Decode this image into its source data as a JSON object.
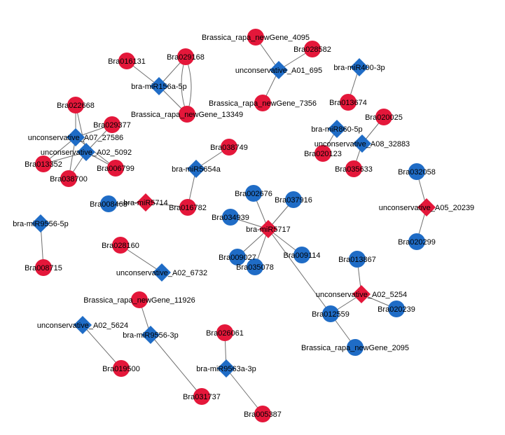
{
  "colors": {
    "red": "#e4173a",
    "blue": "#1f6cc6",
    "edge": "#6f6f6f",
    "background": "#ffffff"
  },
  "nodes": [
    {
      "id": "n_016131",
      "label": "Bra016131",
      "shape": "circle",
      "color": "red"
    },
    {
      "id": "n_029168",
      "label": "Bra029168",
      "shape": "circle",
      "color": "red"
    },
    {
      "id": "n_mir156a",
      "label": "bra-miR156a-5p",
      "shape": "diamond",
      "color": "blue"
    },
    {
      "id": "n_ng13349",
      "label": "Brassica_rapa_newGene_13349",
      "shape": "circle",
      "color": "red"
    },
    {
      "id": "n_ng4095",
      "label": "Brassica_rapa_newGene_4095",
      "shape": "circle",
      "color": "red"
    },
    {
      "id": "n_028582",
      "label": "Bra028582",
      "shape": "circle",
      "color": "red"
    },
    {
      "id": "n_a01_695",
      "label": "unconservative_A01_695",
      "shape": "diamond",
      "color": "blue"
    },
    {
      "id": "n_ng7356",
      "label": "Brassica_rapa_newGene_7356",
      "shape": "circle",
      "color": "red"
    },
    {
      "id": "n_mir400",
      "label": "bra-miR400-3p",
      "shape": "diamond",
      "color": "blue"
    },
    {
      "id": "n_013674",
      "label": "Bra013674",
      "shape": "circle",
      "color": "red"
    },
    {
      "id": "n_022668",
      "label": "Bra022668",
      "shape": "circle",
      "color": "red"
    },
    {
      "id": "n_029377",
      "label": "Bra029377",
      "shape": "circle",
      "color": "red"
    },
    {
      "id": "n_a07_27586",
      "label": "unconservative_A07_27586",
      "shape": "diamond",
      "color": "blue"
    },
    {
      "id": "n_a02_5092",
      "label": "unconservative_A02_5092",
      "shape": "diamond",
      "color": "blue"
    },
    {
      "id": "n_013352",
      "label": "Bra013352",
      "shape": "circle",
      "color": "red"
    },
    {
      "id": "n_006799",
      "label": "Bra006799",
      "shape": "circle",
      "color": "red"
    },
    {
      "id": "n_038700",
      "label": "Bra038700",
      "shape": "circle",
      "color": "red"
    },
    {
      "id": "n_038749",
      "label": "Bra038749",
      "shape": "circle",
      "color": "red"
    },
    {
      "id": "n_mir5654a",
      "label": "bra-miR5654a",
      "shape": "diamond",
      "color": "blue"
    },
    {
      "id": "n_016782",
      "label": "Bra016782",
      "shape": "circle",
      "color": "red"
    },
    {
      "id": "n_008468",
      "label": "Bra008468",
      "shape": "circle",
      "color": "blue"
    },
    {
      "id": "n_mir5714",
      "label": "bra-miR5714",
      "shape": "diamond",
      "color": "red"
    },
    {
      "id": "n_mir860",
      "label": "bra-miR860-5p",
      "shape": "diamond",
      "color": "blue"
    },
    {
      "id": "n_020025",
      "label": "Bra020025",
      "shape": "circle",
      "color": "red"
    },
    {
      "id": "n_a08_32883",
      "label": "unconservative_A08_32883",
      "shape": "diamond",
      "color": "blue"
    },
    {
      "id": "n_020123",
      "label": "Bra020123",
      "shape": "circle",
      "color": "red"
    },
    {
      "id": "n_035633",
      "label": "Bra035633",
      "shape": "circle",
      "color": "red"
    },
    {
      "id": "n_032058",
      "label": "Bra032058",
      "shape": "circle",
      "color": "blue"
    },
    {
      "id": "n_a05_20239",
      "label": "unconservative_A05_20239",
      "shape": "diamond",
      "color": "red"
    },
    {
      "id": "n_020299",
      "label": "Bra020299",
      "shape": "circle",
      "color": "blue"
    },
    {
      "id": "n_mir9556_5p",
      "label": "bra-miR9556-5p",
      "shape": "diamond",
      "color": "blue"
    },
    {
      "id": "n_008715",
      "label": "Bra008715",
      "shape": "circle",
      "color": "red"
    },
    {
      "id": "n_002676",
      "label": "Bra002676",
      "shape": "circle",
      "color": "blue"
    },
    {
      "id": "n_037916",
      "label": "Bra037916",
      "shape": "circle",
      "color": "blue"
    },
    {
      "id": "n_034939",
      "label": "Bra034939",
      "shape": "circle",
      "color": "blue"
    },
    {
      "id": "n_mir5717",
      "label": "bra-miR5717",
      "shape": "diamond",
      "color": "red"
    },
    {
      "id": "n_009027",
      "label": "Bra009027",
      "shape": "circle",
      "color": "blue"
    },
    {
      "id": "n_009114",
      "label": "Bra009114",
      "shape": "circle",
      "color": "blue"
    },
    {
      "id": "n_035078",
      "label": "Bra035078",
      "shape": "circle",
      "color": "blue"
    },
    {
      "id": "n_028160",
      "label": "Bra028160",
      "shape": "circle",
      "color": "red"
    },
    {
      "id": "n_a02_6732",
      "label": "unconservative_A02_6732",
      "shape": "diamond",
      "color": "blue"
    },
    {
      "id": "n_013867",
      "label": "Bra013867",
      "shape": "circle",
      "color": "blue"
    },
    {
      "id": "n_a02_5254",
      "label": "unconservative_A02_5254",
      "shape": "diamond",
      "color": "red"
    },
    {
      "id": "n_020239",
      "label": "Bra020239",
      "shape": "circle",
      "color": "blue"
    },
    {
      "id": "n_012559",
      "label": "Bra012559",
      "shape": "circle",
      "color": "blue"
    },
    {
      "id": "n_ng2095",
      "label": "Brassica_rapa_newGene_2095",
      "shape": "circle",
      "color": "blue"
    },
    {
      "id": "n_ng11926",
      "label": "Brassica_rapa_newGene_11926",
      "shape": "circle",
      "color": "red"
    },
    {
      "id": "n_a02_5624",
      "label": "unconservative_A02_5624",
      "shape": "diamond",
      "color": "blue"
    },
    {
      "id": "n_mir9556_3p",
      "label": "bra-miR9556-3p",
      "shape": "diamond",
      "color": "blue"
    },
    {
      "id": "n_019500",
      "label": "Bra019500",
      "shape": "circle",
      "color": "red"
    },
    {
      "id": "n_031737",
      "label": "Bra031737",
      "shape": "circle",
      "color": "red"
    },
    {
      "id": "n_026061",
      "label": "Bra026061",
      "shape": "circle",
      "color": "red"
    },
    {
      "id": "n_mir9563a",
      "label": "bra-miR9563a-3p",
      "shape": "diamond",
      "color": "blue"
    },
    {
      "id": "n_005387",
      "label": "Bra005387",
      "shape": "circle",
      "color": "red"
    }
  ],
  "edges": [
    [
      "n_mir156a",
      "n_016131"
    ],
    [
      "n_mir156a",
      "n_029168"
    ],
    [
      "n_mir156a",
      "n_ng13349"
    ],
    [
      "n_029168",
      "n_ng13349"
    ],
    [
      "n_a01_695",
      "n_ng4095"
    ],
    [
      "n_a01_695",
      "n_028582"
    ],
    [
      "n_a01_695",
      "n_ng7356"
    ],
    [
      "n_mir400",
      "n_013674"
    ],
    [
      "n_a07_27586",
      "n_022668"
    ],
    [
      "n_a07_27586",
      "n_029377"
    ],
    [
      "n_a07_27586",
      "n_013352"
    ],
    [
      "n_a07_27586",
      "n_038700"
    ],
    [
      "n_a07_27586",
      "n_006799"
    ],
    [
      "n_a02_5092",
      "n_022668"
    ],
    [
      "n_a02_5092",
      "n_029377"
    ],
    [
      "n_a02_5092",
      "n_013352"
    ],
    [
      "n_a02_5092",
      "n_038700"
    ],
    [
      "n_a02_5092",
      "n_006799"
    ],
    [
      "n_mir5654a",
      "n_038749"
    ],
    [
      "n_mir5654a",
      "n_016782"
    ],
    [
      "n_mir5714",
      "n_008468"
    ],
    [
      "n_mir5714",
      "n_016782"
    ],
    [
      "n_mir860",
      "n_020123"
    ],
    [
      "n_a08_32883",
      "n_020025"
    ],
    [
      "n_a08_32883",
      "n_035633"
    ],
    [
      "n_a05_20239",
      "n_032058"
    ],
    [
      "n_a05_20239",
      "n_020299"
    ],
    [
      "n_mir9556_5p",
      "n_008715"
    ],
    [
      "n_mir5717",
      "n_002676"
    ],
    [
      "n_mir5717",
      "n_037916"
    ],
    [
      "n_mir5717",
      "n_034939"
    ],
    [
      "n_mir5717",
      "n_009027"
    ],
    [
      "n_mir5717",
      "n_035078"
    ],
    [
      "n_mir5717",
      "n_009114"
    ],
    [
      "n_mir5717",
      "n_012559"
    ],
    [
      "n_028160",
      "n_a02_6732"
    ],
    [
      "n_a02_5254",
      "n_013867"
    ],
    [
      "n_a02_5254",
      "n_020239"
    ],
    [
      "n_a02_5254",
      "n_012559"
    ],
    [
      "n_012559",
      "n_ng2095"
    ],
    [
      "n_mir9556_3p",
      "n_ng11926"
    ],
    [
      "n_mir9556_3p",
      "n_031737"
    ],
    [
      "n_a02_5624",
      "n_019500"
    ],
    [
      "n_mir9563a",
      "n_026061"
    ],
    [
      "n_mir9563a",
      "n_005387"
    ]
  ]
}
